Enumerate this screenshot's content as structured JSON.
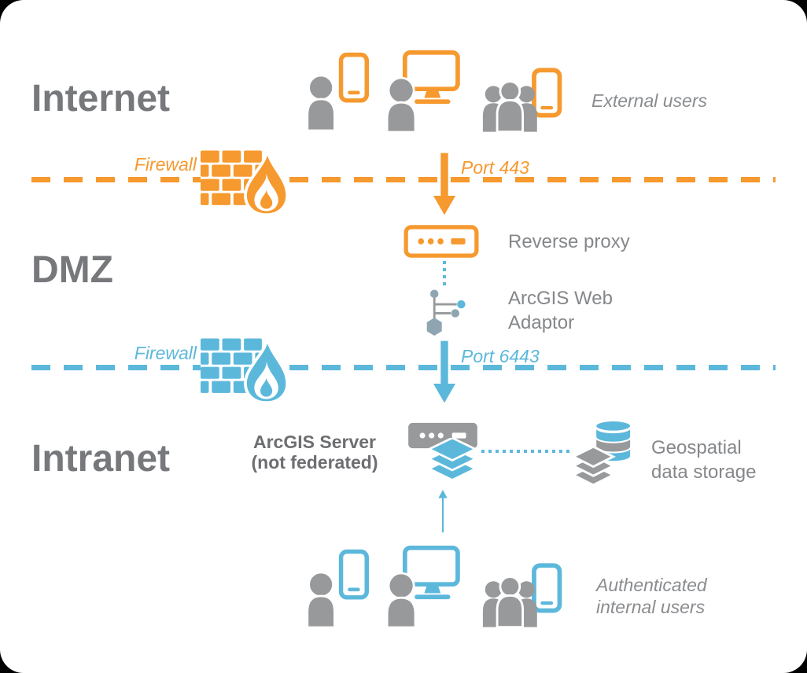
{
  "zone_labels": {
    "internet": "Internet",
    "dmz": "DMZ",
    "intranet": "Intranet"
  },
  "internet_zone": {
    "external_users": "External users"
  },
  "firewall_top": {
    "label": "Firewall",
    "port": "Port 443"
  },
  "dmz_zone": {
    "reverse_proxy": "Reverse proxy",
    "web_adaptor_line1": "ArcGIS Web",
    "web_adaptor_line2": "Adaptor"
  },
  "firewall_bottom": {
    "label": "Firewall",
    "port": "Port 6443"
  },
  "intranet_zone": {
    "server_line1": "ArcGIS Server",
    "server_line2": "(not federated)",
    "storage_line1": "Geospatial",
    "storage_line2": "data storage",
    "users_line1": "Authenticated",
    "users_line2": "internal users"
  },
  "icons": {
    "firewall": "brick-wall-flame-icon",
    "reverse_proxy": "server-box-icon",
    "web_adaptor": "network-nodes-icon",
    "arcgis_server": "server-box-with-layers-icon",
    "storage": "database-cylinder-layers-icon",
    "user_icons": [
      "tablet-user-icon",
      "desktop-user-icon",
      "group-tablet-icon"
    ],
    "arrows": [
      "port-443-down-arrow",
      "port-6443-down-arrow",
      "internal-users-up-arrow"
    ]
  },
  "colors": {
    "orange": "#F6992E",
    "blue": "#5CB8DB",
    "icon_gray": "#97999B",
    "label_gray": "#85878A",
    "zone_gray": "#77787B",
    "bold_label_gray": "#6D6E71"
  }
}
